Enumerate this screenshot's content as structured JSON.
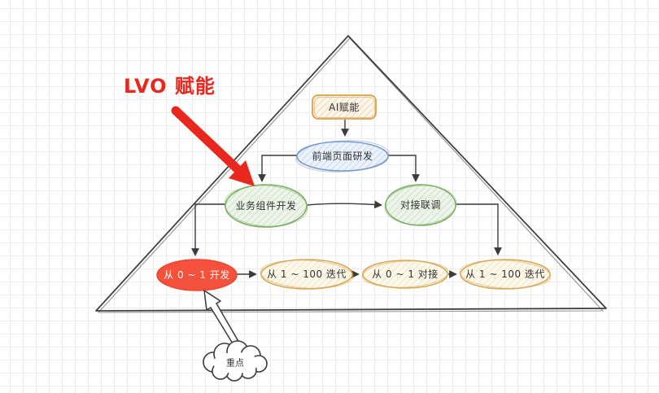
{
  "annotation": {
    "label": "LVO 赋能",
    "target_node": "business-component-dev"
  },
  "callout": {
    "label": "重点",
    "target_node": "zero-to-one-dev"
  },
  "nodes": [
    {
      "id": "ai-empower",
      "label": "AI赋能",
      "shape": "rectangle",
      "palette": "orange"
    },
    {
      "id": "frontend-page-dev",
      "label": "前端页面研发",
      "shape": "ellipse",
      "palette": "blue"
    },
    {
      "id": "business-component-dev",
      "label": "业务组件开发",
      "shape": "ellipse",
      "palette": "green"
    },
    {
      "id": "integration-debug",
      "label": "对接联调",
      "shape": "ellipse",
      "palette": "green"
    },
    {
      "id": "zero-to-one-dev",
      "label": "从 0 ~ 1 开发",
      "shape": "ellipse",
      "palette": "red-solid"
    },
    {
      "id": "one-to-hundred-iteration",
      "label": "从 1 ~ 100 迭代",
      "shape": "ellipse",
      "palette": "cream"
    },
    {
      "id": "zero-to-one-integration",
      "label": "从 0 ~ 1 对接",
      "shape": "ellipse",
      "palette": "cream"
    },
    {
      "id": "one-to-hundred-iteration-2",
      "label": "从 1 ~ 100 迭代",
      "shape": "ellipse",
      "palette": "cream"
    }
  ],
  "edges": [
    {
      "from": "ai-empower",
      "to": "frontend-page-dev"
    },
    {
      "from": "frontend-page-dev",
      "to": "business-component-dev"
    },
    {
      "from": "frontend-page-dev",
      "to": "integration-debug"
    },
    {
      "from": "business-component-dev",
      "to": "integration-debug"
    },
    {
      "from": "business-component-dev",
      "to": "zero-to-one-dev"
    },
    {
      "from": "integration-debug",
      "to": "one-to-hundred-iteration-2"
    },
    {
      "from": "zero-to-one-dev",
      "to": "one-to-hundred-iteration"
    },
    {
      "from": "one-to-hundred-iteration",
      "to": "zero-to-one-integration"
    },
    {
      "from": "zero-to-one-integration",
      "to": "one-to-hundred-iteration-2"
    }
  ],
  "colors": {
    "accent_red": "#e8281e",
    "red_node_fill": "#f5523d",
    "red_node_stroke": "#ee4530",
    "orange_stroke": "#dba24c",
    "blue_stroke": "#7d9cc9",
    "green_stroke": "#7fae67",
    "cream_stroke": "#d8a855",
    "line_color": "#3b3b3b",
    "grid_color": "#ececec"
  }
}
